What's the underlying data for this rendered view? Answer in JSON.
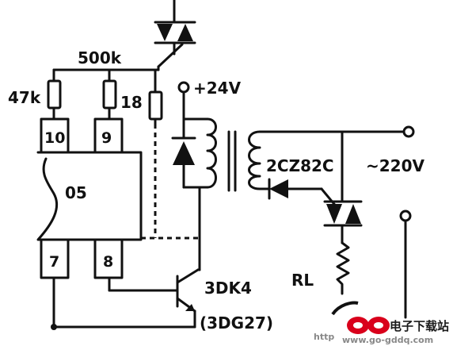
{
  "labels": {
    "r_500k": "500k",
    "r_47k": "47k",
    "r_18": "18",
    "supply_24v": "+24V",
    "diode_2cz82c": "2CZ82C",
    "mains_220v": "~220V",
    "ic_05": "05",
    "pin_10": "10",
    "pin_9": "9",
    "pin_7": "7",
    "pin_8": "8",
    "transistor_3dk4": "3DK4",
    "transistor_alt": "(3DG27)",
    "load_rl": "RL"
  },
  "watermark": {
    "logo_text": "电子下载站",
    "url": "www.go-gddq.com",
    "prefix": "http",
    "colors": {
      "logo": "#d9001b",
      "text": "#1a1a1a",
      "url": "#888888"
    }
  },
  "colors": {
    "ink": "#111111",
    "background": "#ffffff"
  }
}
